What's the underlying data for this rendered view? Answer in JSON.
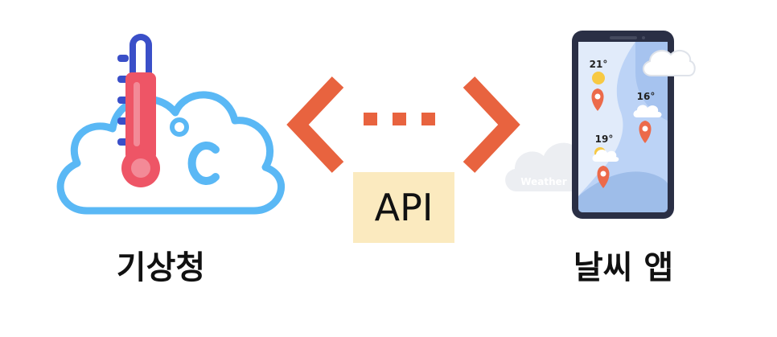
{
  "diagram": {
    "left_node": {
      "label": "기상청",
      "icon": "thermometer-cloud-icon",
      "unit_text": "°C"
    },
    "connector": {
      "label": "API",
      "left_icon": "chevron-left-icon",
      "right_icon": "chevron-right-icon"
    },
    "right_node": {
      "label": "날씨 앱",
      "icon": "smartphone-weather-app-icon",
      "cloud_text": "Weather",
      "temperatures": [
        "21°",
        "16°",
        "19°"
      ]
    }
  },
  "colors": {
    "thermometer_red": "#ee5566",
    "thermometer_blue": "#3a4fc8",
    "cloud_blue": "#5ab8f5",
    "arrow_orange": "#e8633f",
    "api_box": "#fbeabf",
    "map_pin": "#ec6a4a",
    "phone_frame": "#2a2f45"
  }
}
